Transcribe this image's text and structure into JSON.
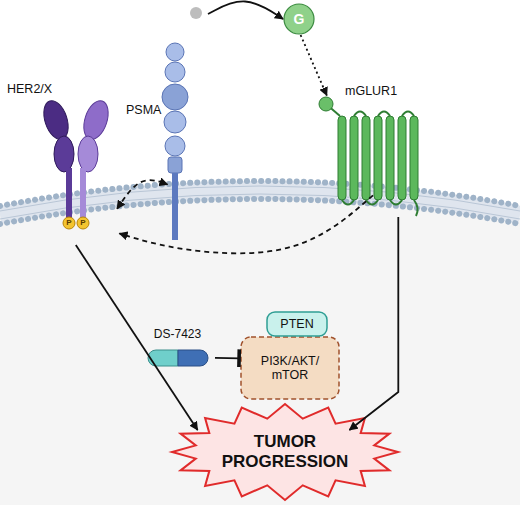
{
  "diagram": {
    "nodes": [
      {
        "text": [
          "HER2/X"
        ]
      },
      {
        "text": [
          "PSMA"
        ]
      },
      {
        "text": [
          "G"
        ]
      },
      {
        "text": [
          "mGLUR1"
        ]
      },
      {
        "text": [
          "PTEN"
        ]
      },
      {
        "text": [
          "DS-7423"
        ]
      },
      {
        "text": [
          "PI3K/AKT/ mTOR"
        ]
      },
      {
        "text": [
          "TUMOR PROGRESSION"
        ]
      }
    ],
    "edges": [
      {
        "from": 0,
        "to": 7,
        "arrow": "to"
      },
      {
        "from": 3,
        "to": 7,
        "arrow": "to"
      },
      {
        "from": 0,
        "to": 1,
        "arrow": "both"
      },
      {
        "from": 3,
        "to": 0,
        "arrow": "to"
      },
      {
        "from": 1,
        "to": 2,
        "arrow": "to"
      },
      {
        "from": 2,
        "to": 3,
        "arrow": "to"
      },
      {
        "from": 5,
        "to": 6,
        "arrow": "to"
      }
    ],
    "labels": [
      "P",
      "P"
    ]
  }
}
